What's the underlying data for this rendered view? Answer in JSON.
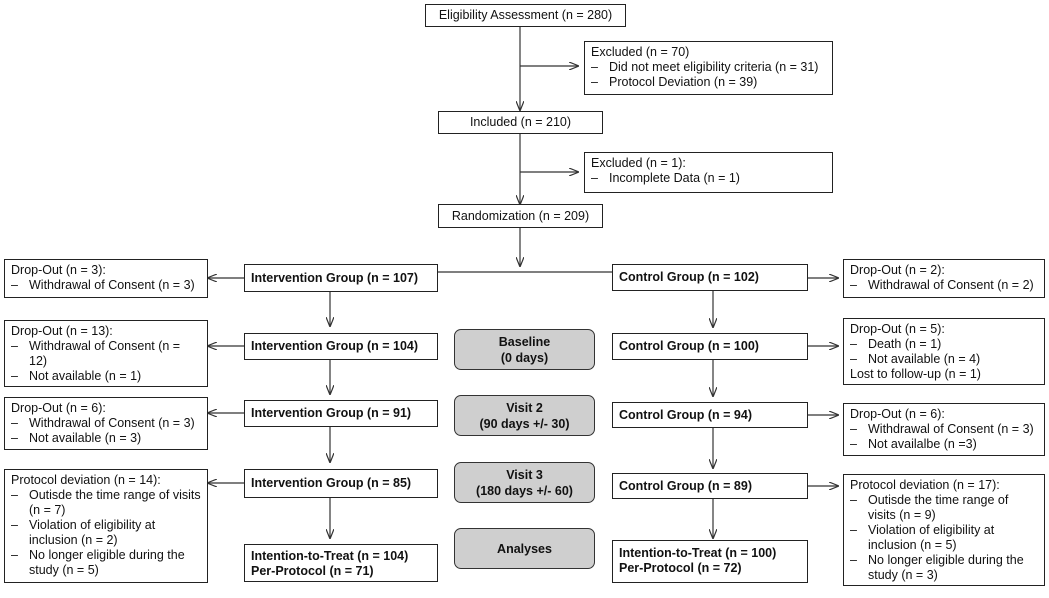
{
  "eligibility": "Eligibility Assessment (n = 280)",
  "excluded1": {
    "title": "Excluded (n = 70)",
    "items": [
      "Did not meet eligibility criteria (n = 31)",
      "Protocol Deviation (n = 39)"
    ]
  },
  "included": "Included (n = 210)",
  "excluded2": {
    "title": "Excluded (n = 1):",
    "items": [
      "Incomplete Data (n = 1)"
    ]
  },
  "randomization": "Randomization (n = 209)",
  "dash": "–",
  "stages": {
    "baseline": [
      "Baseline",
      "(0 days)"
    ],
    "visit2": [
      "Visit 2",
      "(90 days +/- 30)"
    ],
    "visit3": [
      "Visit 3",
      "(180 days +/- 60)"
    ],
    "analyses": [
      "Analyses"
    ]
  },
  "intervention": {
    "g1": "Intervention Group (n = 107)",
    "g2": "Intervention Group (n = 104)",
    "g3": "Intervention Group (n = 91)",
    "g4": "Intervention Group (n = 85)",
    "final": [
      "Intention-to-Treat (n = 104)",
      "Per-Protocol (n = 71)"
    ]
  },
  "control": {
    "g1": "Control Group (n = 102)",
    "g2": "Control Group (n = 100)",
    "g3": "Control Group (n = 94)",
    "g4": "Control Group (n = 89)",
    "final": [
      "Intention-to-Treat (n = 100)",
      "Per-Protocol (n = 72)"
    ]
  },
  "left_drop": {
    "d1": {
      "title": "Drop-Out (n = 3):",
      "items": [
        "Withdrawal of Consent (n = 3)"
      ]
    },
    "d2": {
      "title": "Drop-Out (n = 13):",
      "items": [
        "Withdrawal of Consent (n = 12)",
        "Not available (n = 1)"
      ]
    },
    "d3": {
      "title": "Drop-Out (n = 6):",
      "items": [
        "Withdrawal of Consent (n = 3)",
        "Not available (n = 3)"
      ]
    },
    "d4": {
      "title": "Protocol deviation (n = 14):",
      "items": [
        "Outisde the time range of visits (n = 7)",
        "Violation of eligibility at inclusion (n = 2)",
        "No longer eligible during the study (n = 5)"
      ]
    }
  },
  "right_drop": {
    "d1": {
      "title": "Drop-Out (n = 2):",
      "items": [
        "Withdrawal of Consent (n = 2)"
      ]
    },
    "d2": {
      "title": "Drop-Out (n = 5):",
      "items": [
        "Death (n = 1)",
        "Not available (n = 4)"
      ],
      "footer": "Lost to follow-up (n = 1)"
    },
    "d3": {
      "title": "Drop-Out (n = 6):",
      "items": [
        "Withdrawal of Consent (n = 3)",
        "Not availalbe (n =3)"
      ]
    },
    "d4": {
      "title": "Protocol deviation (n = 17):",
      "items": [
        "Outisde the time range of visits (n = 9)",
        "Violation of eligibility at inclusion (n = 5)",
        "No longer eligible during the study (n = 3)"
      ]
    }
  }
}
